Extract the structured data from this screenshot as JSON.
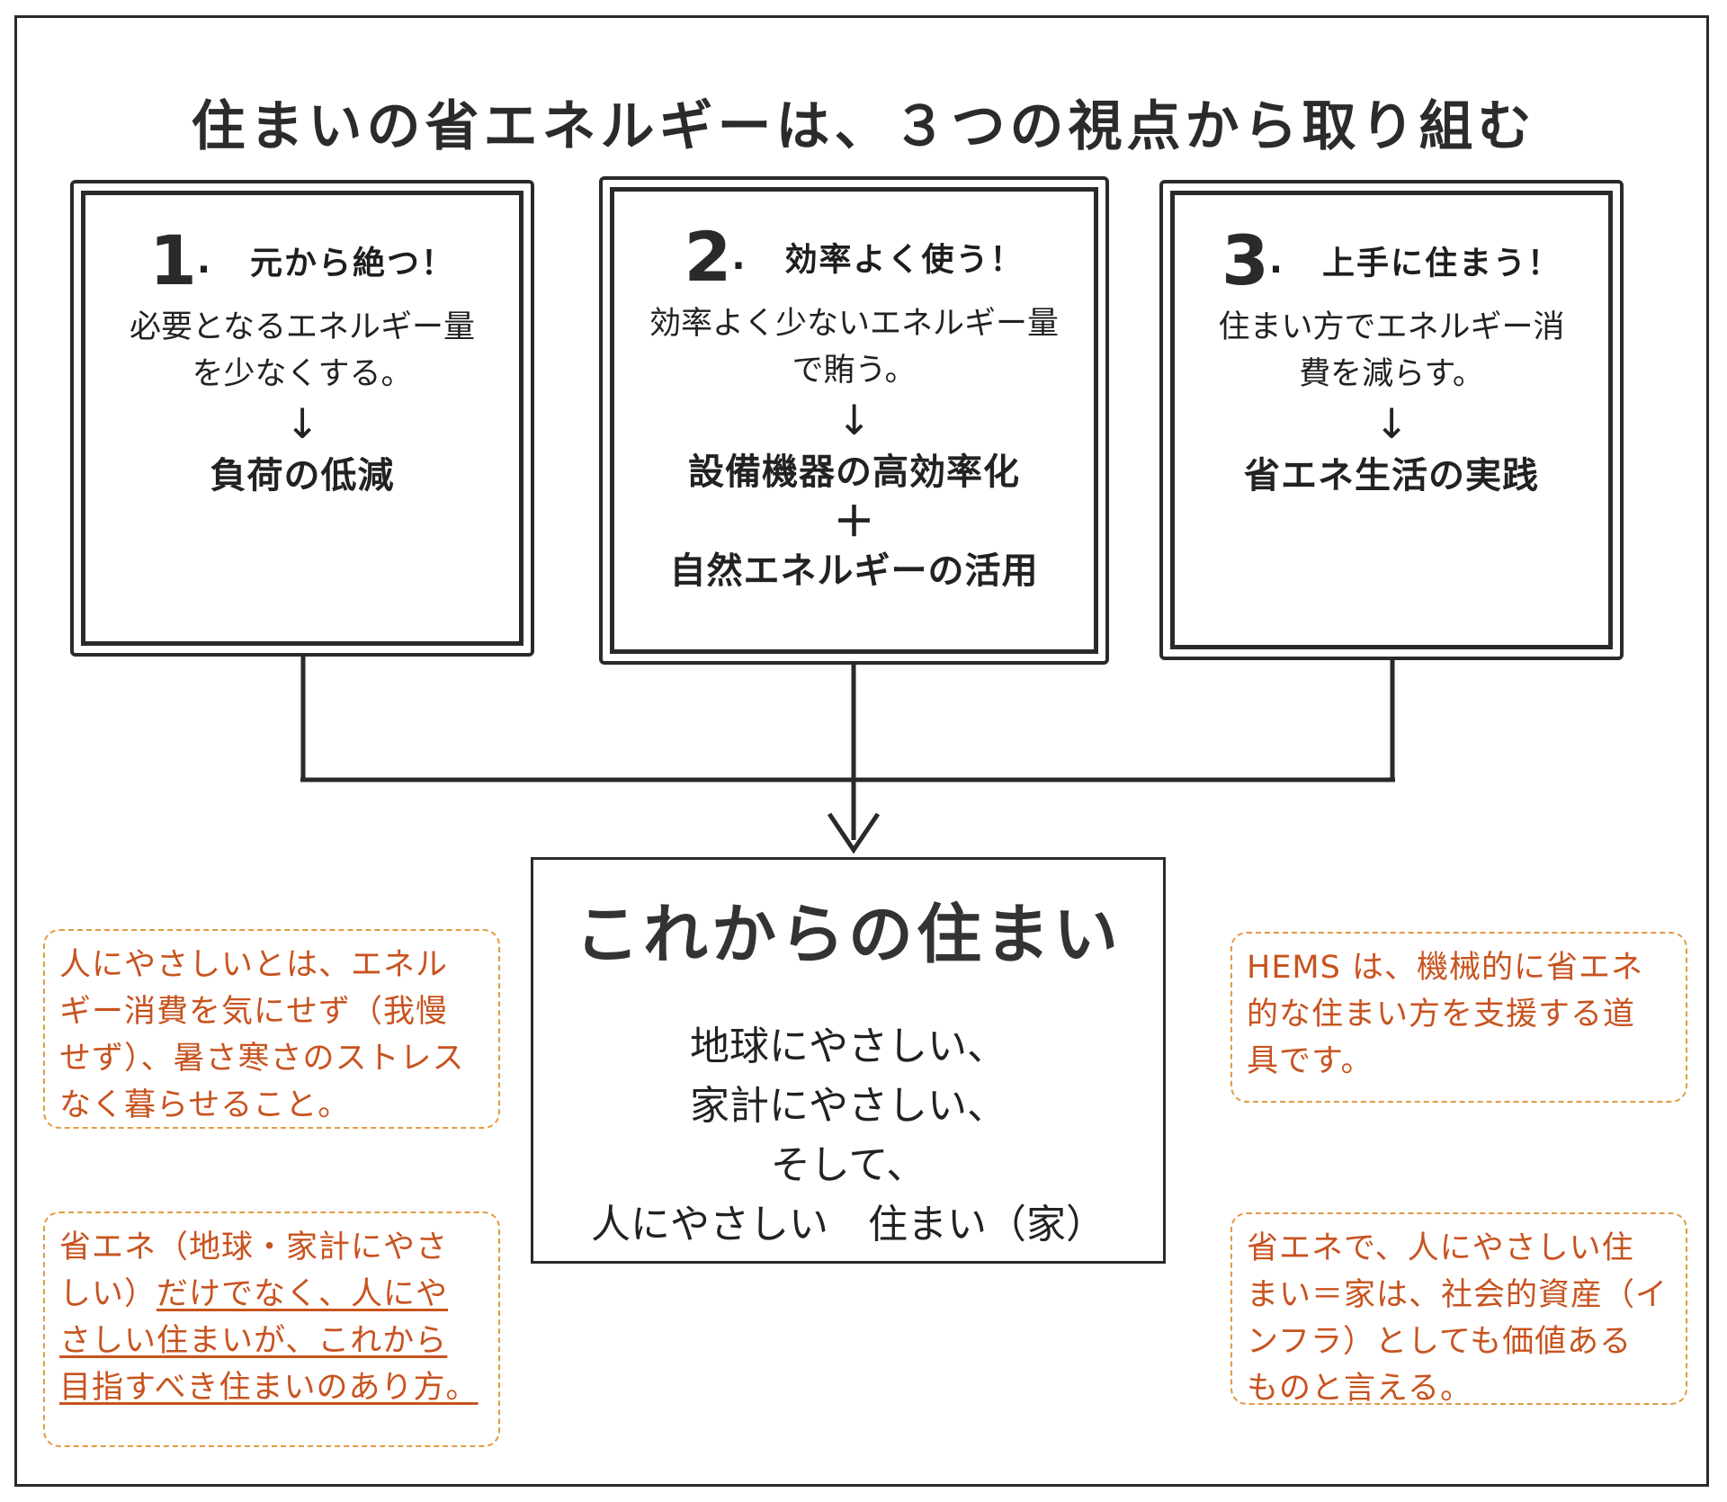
{
  "title": "住まいの省エネルギーは、３つの視点から取り組む",
  "pillars": [
    {
      "number": "1",
      "dot": ".",
      "heading": "元から絶つ！",
      "description": [
        "必要となるエネルギー量",
        "を少なくする。"
      ],
      "arrow": "↓",
      "result": "負荷の低減"
    },
    {
      "number": "2",
      "dot": ".",
      "heading": "効率よく使う！",
      "description": [
        "効率よく少ないエネルギー量",
        "で賄う。"
      ],
      "arrow": "↓",
      "result": "設備機器の高効率化",
      "plus": "＋",
      "result2": "自然エネルギーの活用"
    },
    {
      "number": "3",
      "dot": ".",
      "heading": "上手に住まう！",
      "description": [
        "住まい方でエネルギー消",
        "費を減らす。"
      ],
      "arrow": "↓",
      "result": "省エネ生活の実践"
    }
  ],
  "center": {
    "title": "これからの住まい",
    "lines": [
      "地球にやさしい、",
      "家計にやさしい、",
      "そして、",
      "人にやさしい　住まい（家）"
    ]
  },
  "notes": {
    "left_top": [
      "人にやさしいとは、エネル",
      "ギー消費を気にせず（我慢",
      "せず）、暑さ寒さのストレス",
      "なく暮らせること。"
    ],
    "left_bottom": {
      "part1": "省エネ（地球・家計にやさ",
      "part2": "しい）",
      "part3": "だけでなく、人にや",
      "part4": "さしい住まいが、これから",
      "part5": "目指すべき住まいのあり方。"
    },
    "right_top": [
      "HEMS は、機械的に省エネ",
      "的な住まい方を支援する道",
      "具です。"
    ],
    "right_bottom": [
      "省エネで、人にやさしい住",
      "まい＝家は、社会的資産（イ",
      "ンフラ）としても価値ある",
      "ものと言える。"
    ]
  },
  "colors": {
    "line": "#2a2a2a",
    "note_text": "#c8531f",
    "note_border": "#e39a45"
  }
}
